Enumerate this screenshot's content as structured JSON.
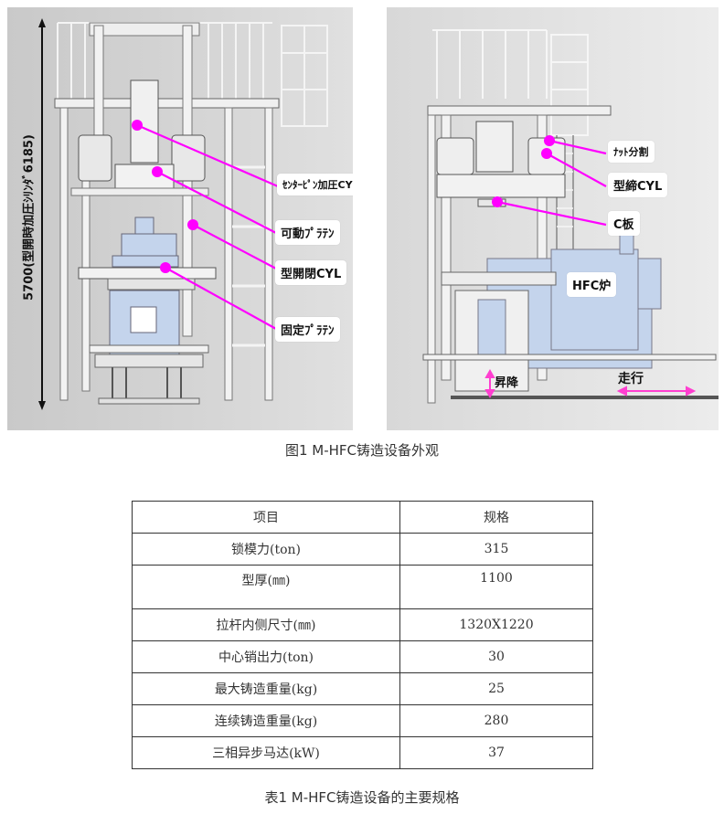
{
  "figure": {
    "dimension_label": "5700(型開時加圧ｼﾘﾝﾀﾞ6185)",
    "left_callouts": [
      {
        "id": "center-pin-cyl",
        "label": "ｾﾝﾀｰﾋﾟﾝ加圧CYL"
      },
      {
        "id": "movable-platen",
        "label": "可動ﾌﾟﾗﾃﾝ"
      },
      {
        "id": "mold-open-close-cyl",
        "label": "型開閉CYL"
      },
      {
        "id": "fixed-platen",
        "label": "固定ﾌﾟﾗﾃﾝ"
      }
    ],
    "right_callouts": [
      {
        "id": "nut-split",
        "label": "ﾅｯﾄ分割"
      },
      {
        "id": "clamp-cyl",
        "label": "型締CYL"
      },
      {
        "id": "c-plate",
        "label": "C板"
      },
      {
        "id": "hfc-furnace",
        "label": "HFC炉"
      }
    ],
    "motion_labels": {
      "lift": "昇降",
      "travel": "走行"
    },
    "accent_color": "#ff00ff",
    "machine_fill_color": "#c4d4ec",
    "caption": "图1 M-HFC铸造设备外观"
  },
  "table": {
    "headers": [
      "项目",
      "规格"
    ],
    "rows": [
      [
        "锁模力(ton)",
        "315"
      ],
      [
        "型厚(㎜)",
        "1100"
      ],
      [
        "拉杆内侧尺寸(㎜)",
        "1320X1220"
      ],
      [
        "中心销出力(ton)",
        "30"
      ],
      [
        "最大铸造重量(kg)",
        "25"
      ],
      [
        "连续铸造重量(kg)",
        "280"
      ],
      [
        "三相异步马达(kW)",
        "37"
      ]
    ],
    "caption": "表1 M-HFC铸造设备的主要规格"
  }
}
